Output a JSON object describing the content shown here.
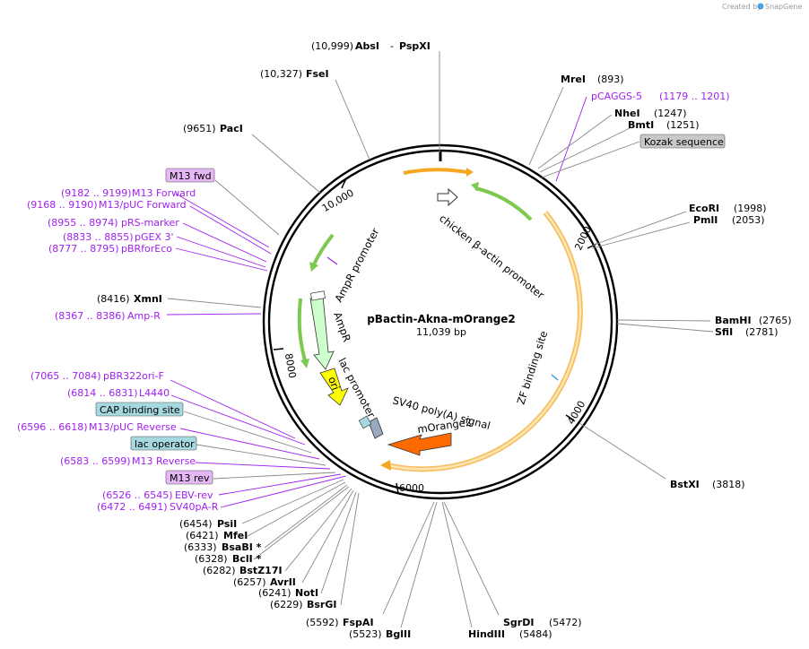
{
  "credit": "Created by",
  "credit_brand": "SnapGene",
  "plasmid": {
    "name": "pBactin-Akna-mOrange2",
    "size": "11,039 bp"
  },
  "ticks": [
    "10,000",
    "2000",
    "4000",
    "6000",
    "8000"
  ],
  "features": {
    "chicken_promoter": "chicken β-actin promoter",
    "zf_site": "ZF binding site",
    "morange2": "mOrange2",
    "sv40": "SV40 poly(A) signal",
    "lac_promoter": "lac promoter",
    "ori": "ori",
    "ampr": "AmpR",
    "ampr_promoter": "AmpR promoter"
  },
  "sites_right": [
    {
      "name": "MreI",
      "pos": "(893)"
    },
    {
      "name": "pCAGGS-5",
      "pos": "(1179 .. 1201)"
    },
    {
      "name": "NheI",
      "pos": "(1247)"
    },
    {
      "name": "BmtI",
      "pos": "(1251)"
    },
    {
      "name": "Kozak sequence"
    },
    {
      "name": "EcoRI",
      "pos": "(1998)"
    },
    {
      "name": "PmlI",
      "pos": "(2053)"
    },
    {
      "name": "BamHI",
      "pos": "(2765)"
    },
    {
      "name": "SfiI",
      "pos": "(2781)"
    },
    {
      "name": "BstXI",
      "pos": "(3818)"
    }
  ],
  "sites_top": [
    {
      "name": "AbsI",
      "pos": "(10,999)",
      "extra": "-",
      "extra_name": "PspXI"
    },
    {
      "name": "FseI",
      "pos": "(10,327)"
    },
    {
      "name": "PacI",
      "pos": "(9651)"
    }
  ],
  "sites_left": [
    {
      "name": "M13 fwd"
    },
    {
      "name": "M13 Forward",
      "pos": "(9182 .. 9199)"
    },
    {
      "name": "M13/pUC Forward",
      "pos": "(9168 .. 9190)"
    },
    {
      "name": "pRS-marker",
      "pos": "(8955 .. 8974)"
    },
    {
      "name": "pGEX 3'",
      "pos": "(8833 .. 8855)"
    },
    {
      "name": "pBRforEco",
      "pos": "(8777 .. 8795)"
    },
    {
      "name": "XmnI",
      "pos": "(8416)"
    },
    {
      "name": "Amp-R",
      "pos": "(8367 .. 8386)"
    },
    {
      "name": "pBR322ori-F",
      "pos": "(7065 .. 7084)"
    },
    {
      "name": "L4440",
      "pos": "(6814 .. 6831)"
    },
    {
      "name": "CAP binding site"
    },
    {
      "name": "M13/pUC Reverse",
      "pos": "(6596 .. 6618)"
    },
    {
      "name": "lac operator"
    },
    {
      "name": "M13 Reverse",
      "pos": "(6583 .. 6599)"
    },
    {
      "name": "M13 rev"
    },
    {
      "name": "EBV-rev",
      "pos": "(6526 .. 6545)"
    },
    {
      "name": "SV40pA-R",
      "pos": "(6472 .. 6491)"
    },
    {
      "name": "PsiI",
      "pos": "(6454)"
    },
    {
      "name": "MfeI",
      "pos": "(6421)"
    },
    {
      "name": "BsaBI *",
      "pos": "(6333)"
    },
    {
      "name": "BclI *",
      "pos": "(6328)"
    },
    {
      "name": "BstZ17I",
      "pos": "(6282)"
    },
    {
      "name": "AvrII",
      "pos": "(6257)"
    },
    {
      "name": "NotI",
      "pos": "(6241)"
    },
    {
      "name": "BsrGI",
      "pos": "(6229)"
    }
  ],
  "sites_bottom": [
    {
      "name": "FspAI",
      "pos": "(5592)"
    },
    {
      "name": "BglII",
      "pos": "(5523)"
    },
    {
      "name": "SgrDI",
      "pos": "(5472)"
    },
    {
      "name": "HindIII",
      "pos": "(5484)"
    }
  ],
  "colors": {
    "promoter_green": "#7ec850",
    "cds_orange": "#f5a623",
    "ori_yellow": "#ffff00",
    "morange": "#ff6a00",
    "ampr_fill": "#ccffcc",
    "kozak_box": "#c8c8c8",
    "primer_box": "#e5b8f5",
    "misc_box": "#a6d8e0"
  }
}
